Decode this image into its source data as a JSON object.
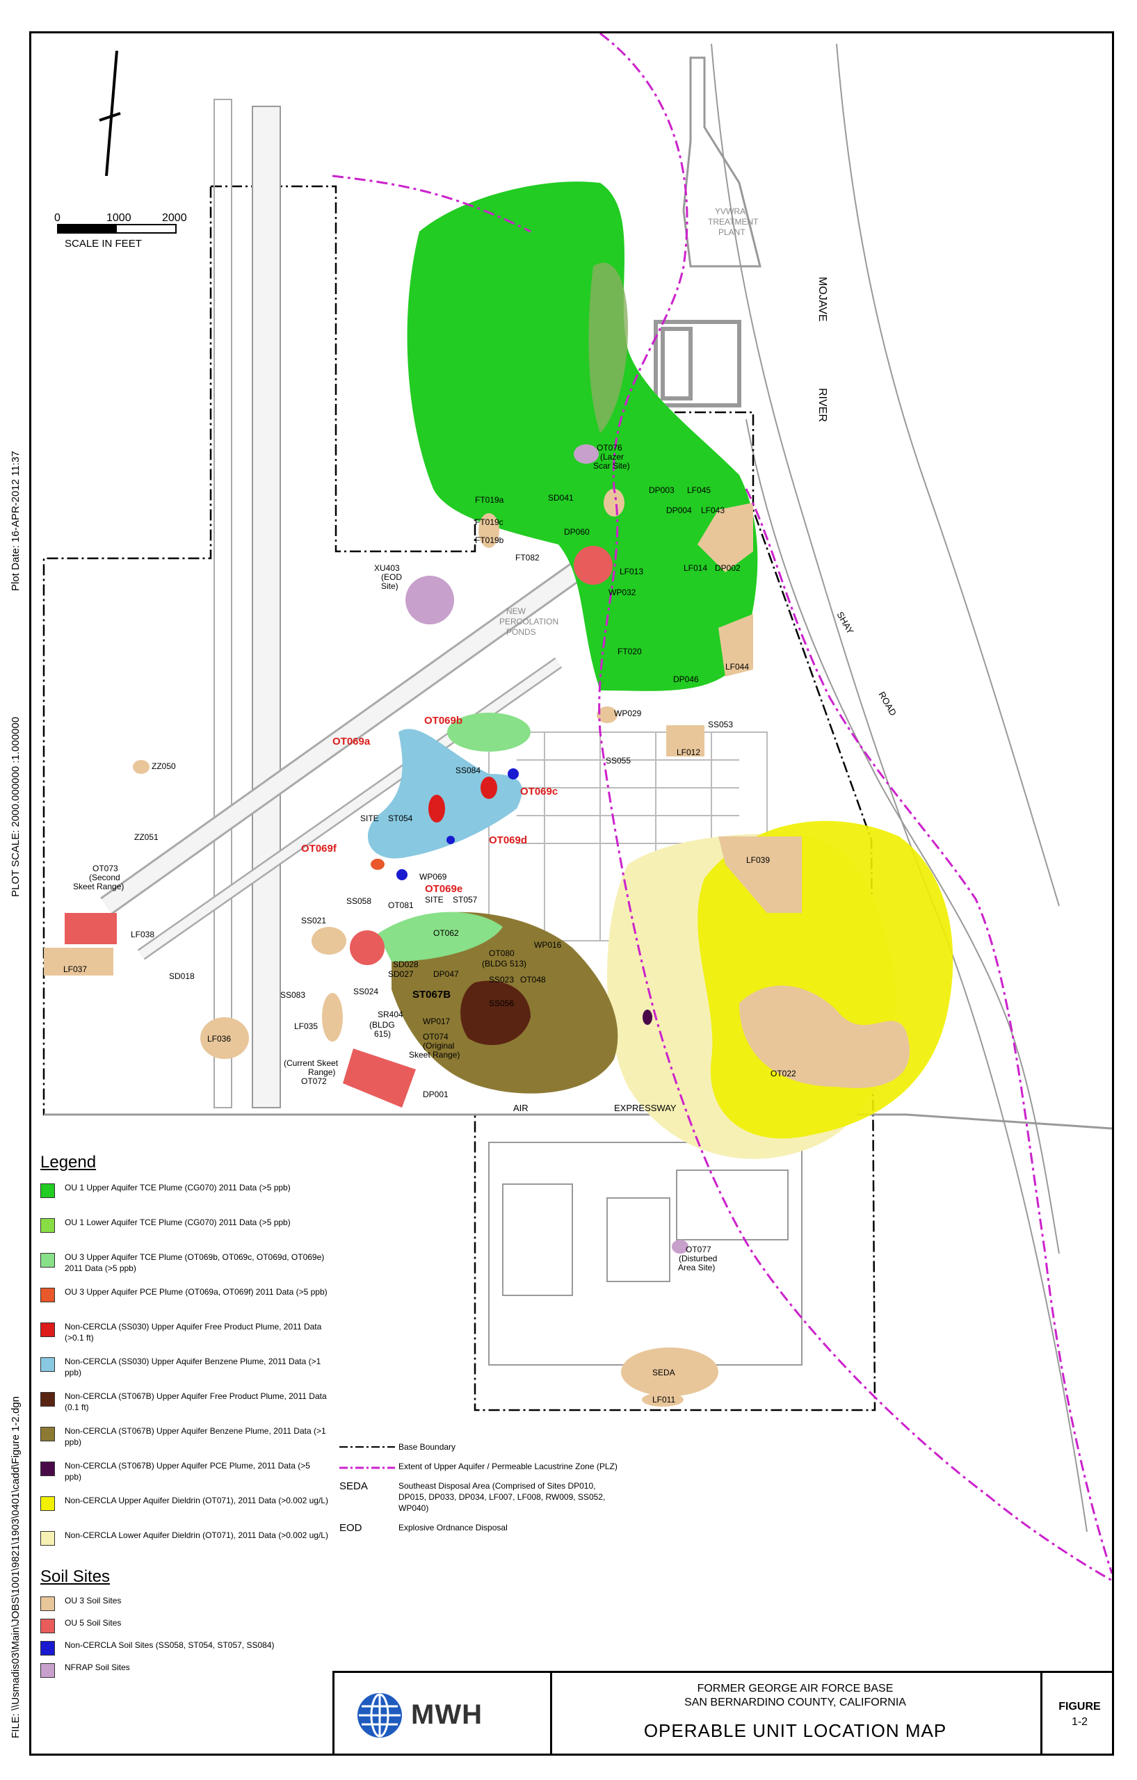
{
  "side_labels": {
    "file": "FILE: \\\\Usmadis03\\Main\\JOBS\\1001\\9821\\1903\\0401\\cadd\\Figure 1-2.dgn",
    "plot_scale": "PLOT SCALE:   2000.000000 :1.000000",
    "plot_date": "Plot Date:   16-APR-2012   11:37"
  },
  "scale_bar": {
    "ticks": [
      "0",
      "1000",
      "2000"
    ],
    "label": "SCALE IN FEET"
  },
  "map_labels": {
    "mojave": "MOJAVE",
    "river": "RIVER",
    "shay": "SHAY",
    "road": "ROAD",
    "air": "AIR",
    "expressway": "EXPRESSWAY",
    "yvwra": "YVWRA",
    "treatment": "TREATMENT",
    "plant": "PLANT",
    "new_perc_1": "NEW",
    "new_perc_2": "PERCOLATION",
    "new_perc_3": "PONDS",
    "seda": "SEDA",
    "ot076": "OT076",
    "ot076_sub": "(Lazer",
    "ot076_sub2": "Scar Site)",
    "sd041": "SD041",
    "dp003": "DP003",
    "lf045": "LF045",
    "dp004": "DP004",
    "lf043": "LF043",
    "ft019a": "FT019a",
    "ft019c": "FT019c",
    "ft019b": "FT019b",
    "dp060": "DP060",
    "ft082": "FT082",
    "lf013": "LF013",
    "wp032": "WP032",
    "lf014": "LF014",
    "dp002": "DP002",
    "xu403": "XU403",
    "xu403_sub": "(EOD",
    "xu403_sub2": "Site)",
    "ft020": "FT020",
    "lf044": "LF044",
    "dp046": "DP046",
    "wp029": "WP029",
    "ss053": "SS053",
    "lf012": "LF012",
    "ss055": "SS055",
    "ss084": "SS084",
    "ot069a": "OT069a",
    "ot069b": "OT069b",
    "ot069c": "OT069c",
    "ot069d": "OT069d",
    "ot069e": "OT069e",
    "ot069f": "OT069f",
    "zz050": "ZZ050",
    "zz051": "ZZ051",
    "site": "SITE",
    "st054": "ST054",
    "site2": "SITE",
    "st057": "ST057",
    "wp069": "WP069",
    "ss058": "SS058",
    "ot081": "OT081",
    "ot073": "OT073",
    "ot073_sub": "(Second",
    "ot073_sub2": "Skeet Range)",
    "lf038": "LF038",
    "lf037": "LF037",
    "sd018": "SD018",
    "ss021": "SS021",
    "ss083": "SS083",
    "ot062": "OT062",
    "sd028": "SD028",
    "sd027": "SD027",
    "dp047": "DP047",
    "ot080": "OT080",
    "bldg513": "(BLDG",
    "bldg513b": "513)",
    "wp016": "WP016",
    "ss023": "SS023",
    "ot048": "OT048",
    "ss024": "SS024",
    "st067b": "ST067B",
    "ss056": "SS056",
    "sr404": "SR404",
    "wp017": "WP017",
    "bldg615": "(BLDG",
    "bldg615b": "615)",
    "ot074": "OT074",
    "ot074_sub": "(Original",
    "ot074_sub2": "Skeet Range)",
    "lf035": "LF035",
    "lf036": "LF036",
    "curr_skeet": "(Current Skeet",
    "curr_skeet2": "Range)",
    "ot072": "OT072",
    "dp001": "DP001",
    "lf039": "LF039",
    "ot022": "OT022",
    "ot077": "OT077",
    "ot077_sub": "(Disturbed",
    "ot077_sub2": "Area Site)",
    "lf011": "LF011"
  },
  "legend": {
    "title": "Legend",
    "items": [
      {
        "color": "#22cc22",
        "text": "OU 1 Upper Aquifer TCE Plume (CG070) 2011 Data (>5 ppb)"
      },
      {
        "color": "#88dd44",
        "text": "OU 1 Lower Aquifer TCE Plume (CG070) 2011 Data (>5 ppb)"
      },
      {
        "color": "#88e088",
        "text": "OU 3 Upper Aquifer TCE Plume (OT069b, OT069c, OT069d, OT069e) 2011 Data (>5 ppb)"
      },
      {
        "color": "#e8582a",
        "text": "OU 3 Upper Aquifer PCE Plume (OT069a, OT069f) 2011 Data (>5 ppb)"
      },
      {
        "color": "#dd1c1c",
        "text": "Non-CERCLA (SS030) Upper Aquifer Free Product Plume, 2011 Data (>0.1 ft)"
      },
      {
        "color": "#88c8e0",
        "text": "Non-CERCLA (SS030) Upper Aquifer Benzene Plume, 2011 Data (>1 ppb)"
      },
      {
        "color": "#5a2412",
        "text": "Non-CERCLA (ST067B) Upper Aquifer Free Product Plume, 2011 Data (0.1 ft)"
      },
      {
        "color": "#8c7a34",
        "text": "Non-CERCLA (ST067B) Upper Aquifer Benzene Plume, 2011 Data (>1 ppb)"
      },
      {
        "color": "#4a0a4a",
        "text": "Non-CERCLA (ST067B) Upper Aquifer PCE Plume, 2011 Data (>5 ppb)"
      },
      {
        "color": "#f0f000",
        "text": "Non-CERCLA Upper Aquifer Dieldrin (OT071), 2011 Data (>0.002 ug/L)"
      },
      {
        "color": "#f6f0b4",
        "text": "Non-CERCLA Lower Aquifer Dieldrin (OT071), 2011 Data (>0.002 ug/L)"
      }
    ]
  },
  "soil_sites": {
    "title": "Soil Sites",
    "items": [
      {
        "color": "#e8c69a",
        "text": "OU 3 Soil Sites"
      },
      {
        "color": "#e85c5c",
        "text": "OU 5 Soil Sites"
      },
      {
        "color": "#1a1ad0",
        "text": "Non-CERCLA Soil Sites (SS058, ST054, ST057, SS084)"
      },
      {
        "color": "#c8a0cc",
        "text": "NFRAP Soil Sites"
      }
    ]
  },
  "line_legend": [
    {
      "key": "",
      "text": "Base Boundary"
    },
    {
      "key": "",
      "text": "Extent of Upper Aquifer / Permeable Lacustrine Zone (PLZ)"
    },
    {
      "key": "SEDA",
      "text": "Southeast Disposal Area (Comprised of Sites DP010, DP015, DP033, DP034, LF007, LF008, RW009, SS052, WP040)"
    },
    {
      "key": "EOD",
      "text": "Explosive Ordnance Disposal"
    }
  ],
  "title_block": {
    "logo": "MWH",
    "line1": "FORMER GEORGE AIR FORCE BASE",
    "line2": "SAN BERNARDINO COUNTY, CALIFORNIA",
    "line3": "OPERABLE UNIT LOCATION MAP",
    "figure_label": "FIGURE",
    "figure_number": "1-2"
  },
  "colors": {
    "ou1_upper": "#22cc22",
    "ou1_lower": "#88dd44",
    "ou3_tce": "#88e088",
    "ou3_pce": "#e8582a",
    "free_product": "#dd1c1c",
    "benzene_ss030": "#88c8e0",
    "st067b_fp": "#5a2412",
    "st067b_benz": "#8c7a34",
    "st067b_pce": "#4a0a4a",
    "dieldrin_upper": "#f0f000",
    "dieldrin_lower": "#f6f0b4",
    "soil_ou3": "#e8c69a",
    "soil_ou5": "#e85c5c",
    "soil_noncercla": "#1a1ad0",
    "soil_nfrap": "#c8a0cc",
    "plz": "#cc22cc"
  }
}
